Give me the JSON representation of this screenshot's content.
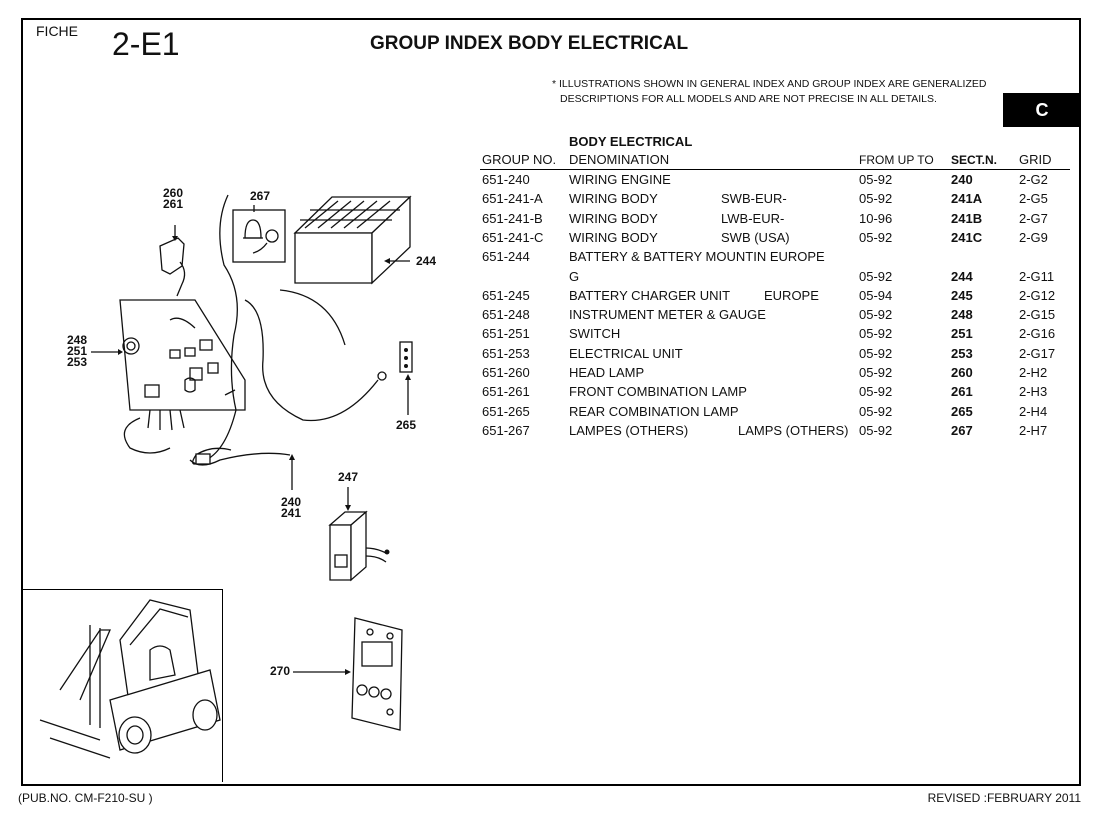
{
  "header": {
    "fiche_label": "FICHE",
    "fiche_code": "2-E1",
    "title": "GROUP INDEX BODY ELECTRICAL",
    "note_line1": "* ILLUSTRATIONS SHOWN IN GENERAL INDEX AND GROUP INDEX ARE GENERALIZED",
    "note_line2": "DESCRIPTIONS FOR ALL MODELS AND ARE NOT PRECISE IN ALL DETAILS.",
    "section_letter": "C"
  },
  "table": {
    "section_title": "BODY ELECTRICAL",
    "headers": {
      "group_no": "GROUP NO.",
      "denomination": "DENOMINATION",
      "from_up_to": "FROM UP TO",
      "sect_n": "SECT.N.",
      "grid": "GRID"
    },
    "rows": [
      {
        "group": "651-240",
        "denomination": "WIRING ENGINE",
        "variant": "",
        "from": "05-92",
        "sect": "240",
        "grid": "2-G2"
      },
      {
        "group": "651-241-A",
        "denomination": "WIRING BODY",
        "variant": "SWB-EUR-",
        "from": "05-92",
        "sect": "241A",
        "grid": "2-G5"
      },
      {
        "group": "651-241-B",
        "denomination": "WIRING BODY",
        "variant": "LWB-EUR-",
        "from": "10-96",
        "sect": "241B",
        "grid": "2-G7"
      },
      {
        "group": "651-241-C",
        "denomination": "WIRING BODY",
        "variant": "SWB (USA)",
        "from": "05-92",
        "sect": "241C",
        "grid": "2-G9"
      },
      {
        "group": "651-244",
        "denomination": "BATTERY & BATTERY MOUNTIN EUROPE",
        "variant": "",
        "from": "",
        "sect": "",
        "grid": ""
      },
      {
        "group": "",
        "denomination": "G",
        "variant": "",
        "from": "05-92",
        "sect": "244",
        "grid": "2-G11"
      },
      {
        "group": "651-245",
        "denomination": "BATTERY CHARGER UNIT",
        "variant": "EUROPE",
        "from": "05-94",
        "sect": "245",
        "grid": "2-G12"
      },
      {
        "group": "651-248",
        "denomination": "INSTRUMENT METER & GAUGE",
        "variant": "",
        "from": "05-92",
        "sect": "248",
        "grid": "2-G15"
      },
      {
        "group": "651-251",
        "denomination": "SWITCH",
        "variant": "",
        "from": "05-92",
        "sect": "251",
        "grid": "2-G16"
      },
      {
        "group": "651-253",
        "denomination": "ELECTRICAL UNIT",
        "variant": "",
        "from": "05-92",
        "sect": "253",
        "grid": "2-G17"
      },
      {
        "group": "651-260",
        "denomination": "HEAD LAMP",
        "variant": "",
        "from": "05-92",
        "sect": "260",
        "grid": "2-H2"
      },
      {
        "group": "651-261",
        "denomination": "FRONT COMBINATION LAMP",
        "variant": "",
        "from": "05-92",
        "sect": "261",
        "grid": "2-H3"
      },
      {
        "group": "651-265",
        "denomination": "REAR COMBINATION LAMP",
        "variant": "",
        "from": "05-92",
        "sect": "265",
        "grid": "2-H4"
      },
      {
        "group": "651-267",
        "denomination": "LAMPES (OTHERS)",
        "variant": "LAMPS (OTHERS)",
        "from": "05-92",
        "sect": "267",
        "grid": "2-H7"
      }
    ]
  },
  "diagram": {
    "labels": {
      "l260_261": "260\n261",
      "l267": "267",
      "l244": "244",
      "l248_251_253": "248\n251\n253",
      "l265": "265",
      "l247": "247",
      "l240_241": "240\n241",
      "l270": "270"
    }
  },
  "footer": {
    "pub_no": "(PUB.NO. CM-F210-SU )",
    "revised": "REVISED :FEBRUARY 2011"
  }
}
